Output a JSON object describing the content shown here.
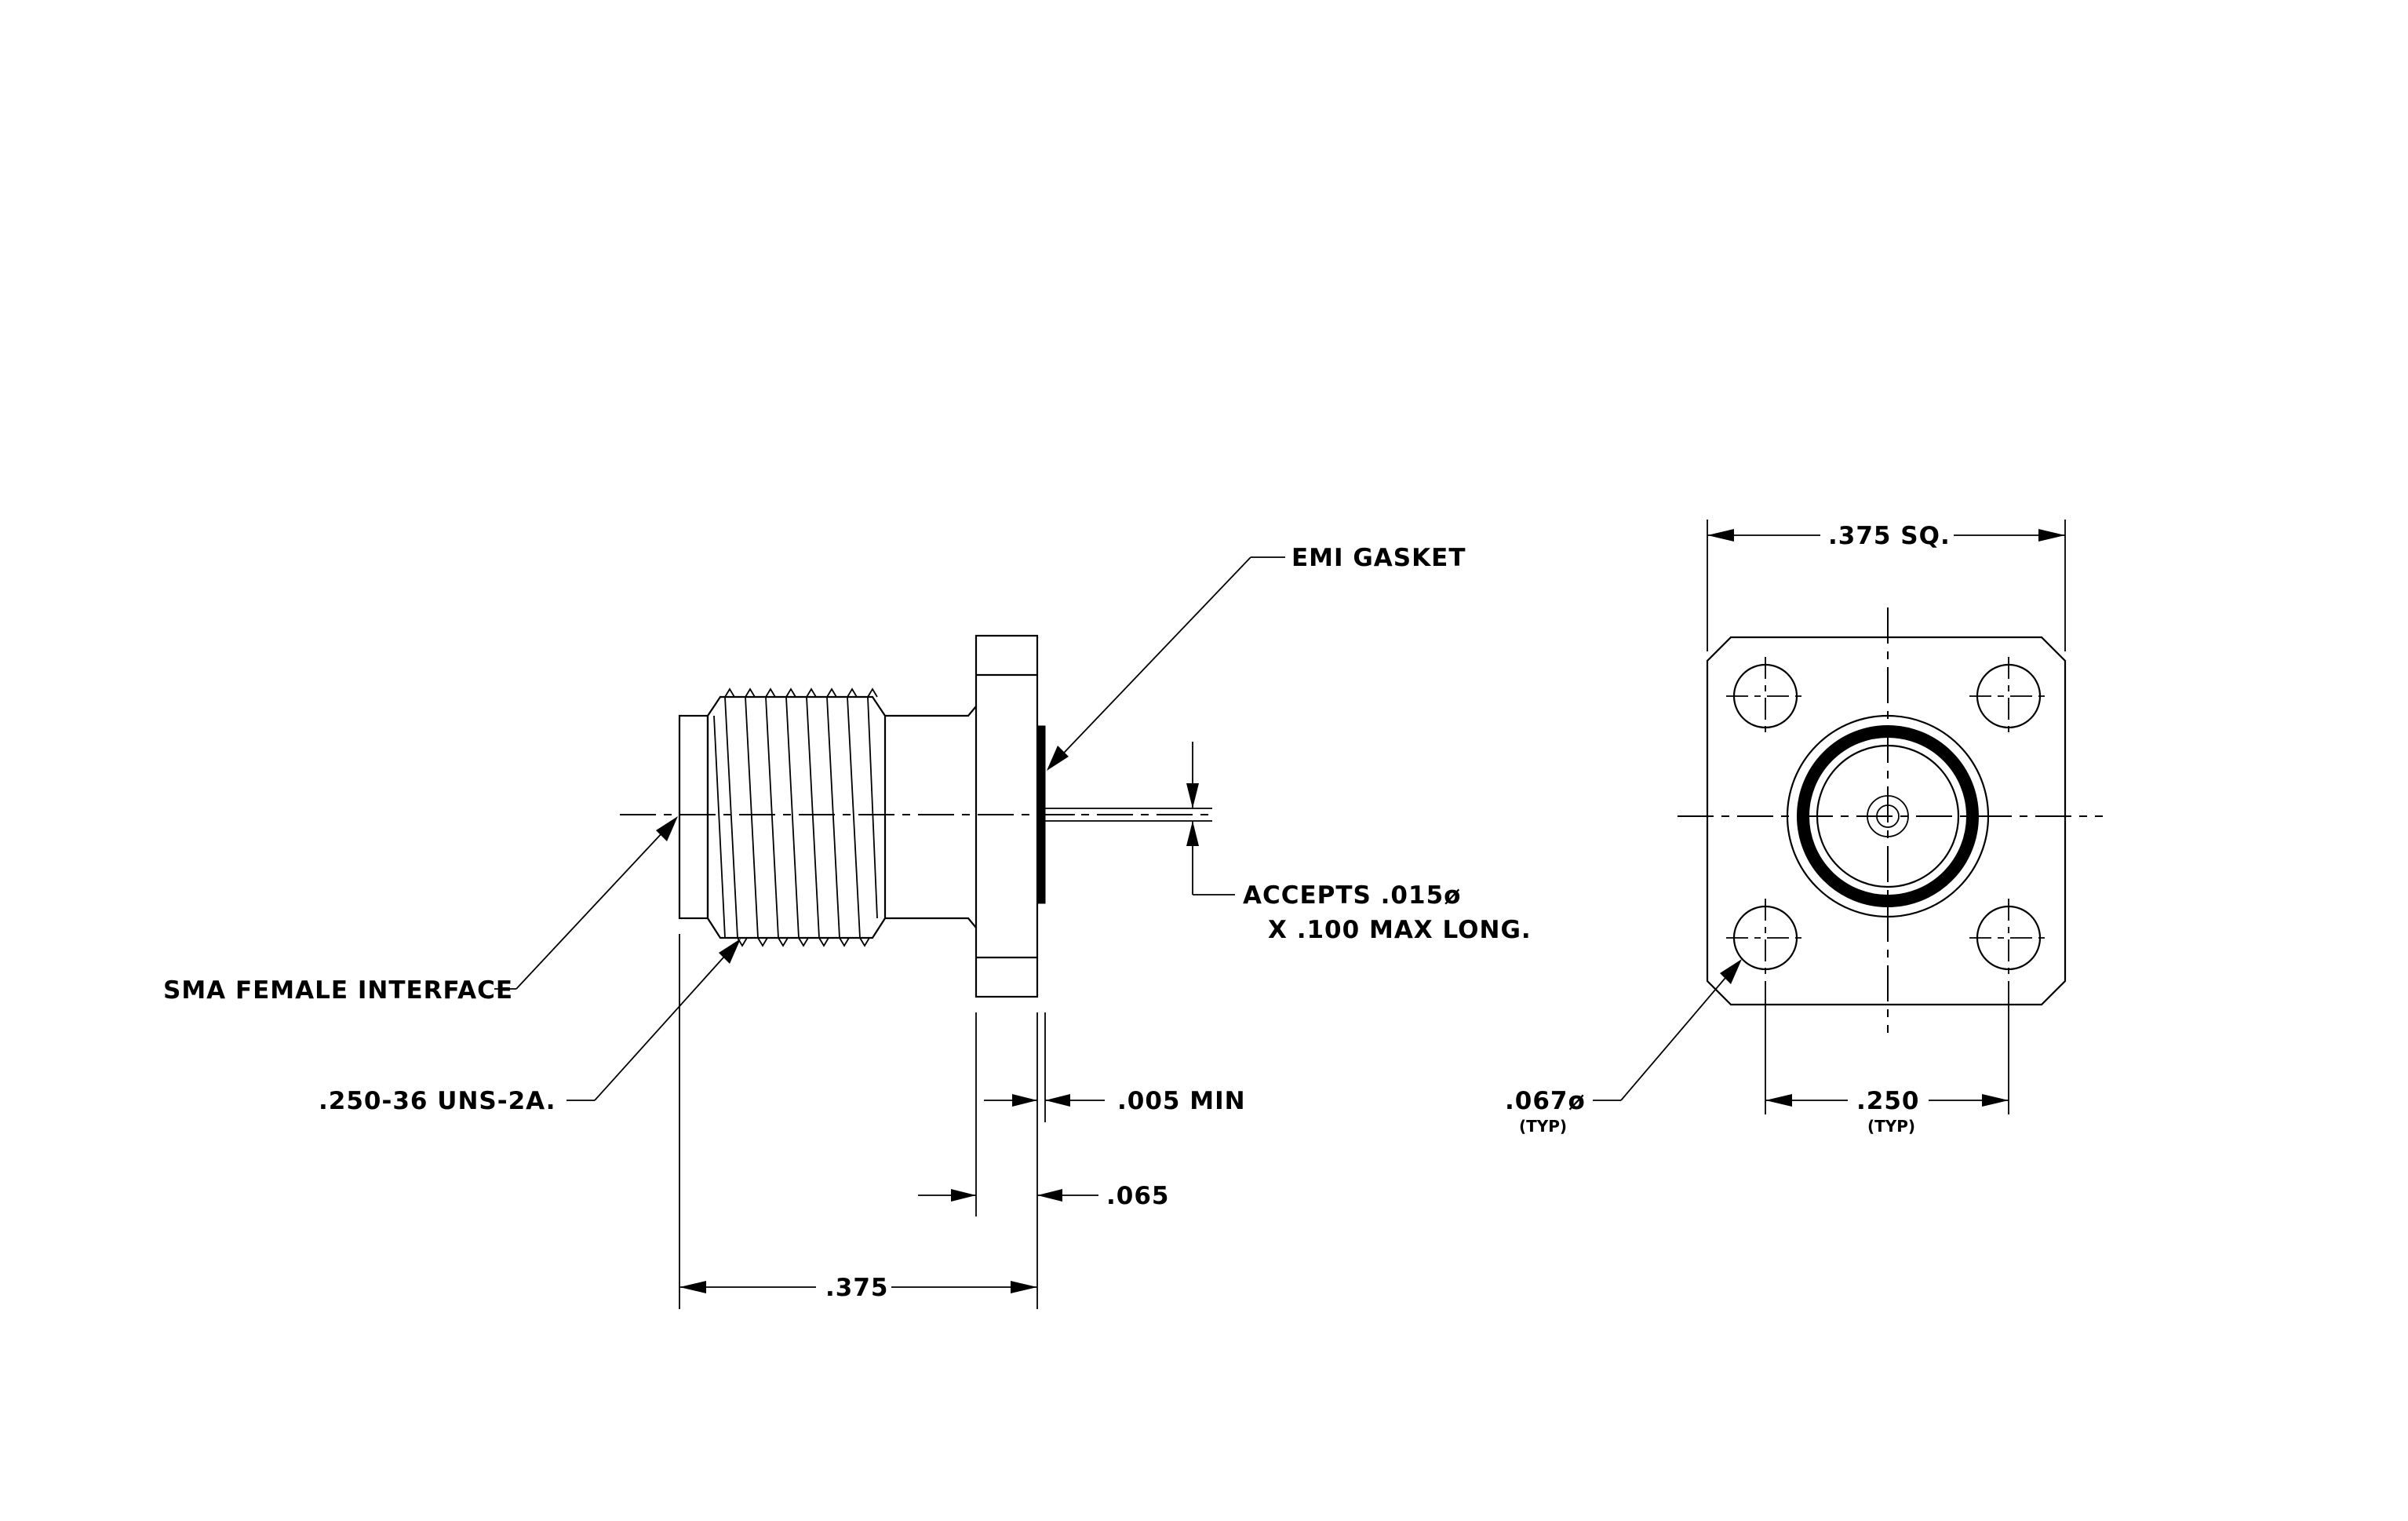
{
  "labels": {
    "emi_gasket": "EMI GASKET",
    "accepts_line1": "ACCEPTS .015ø",
    "accepts_line2": "X .100 MAX LONG.",
    "sma_interface": "SMA FEMALE INTERFACE",
    "thread": ".250-36 UNS-2A.",
    "dim_005": ".005 MIN",
    "dim_065": ".065",
    "dim_375_side": ".375",
    "dim_375_sq": ".375 SQ.",
    "dim_067": ".067ø",
    "dim_067_typ": "(TYP)",
    "dim_250": ".250",
    "dim_250_typ": "(TYP)"
  }
}
